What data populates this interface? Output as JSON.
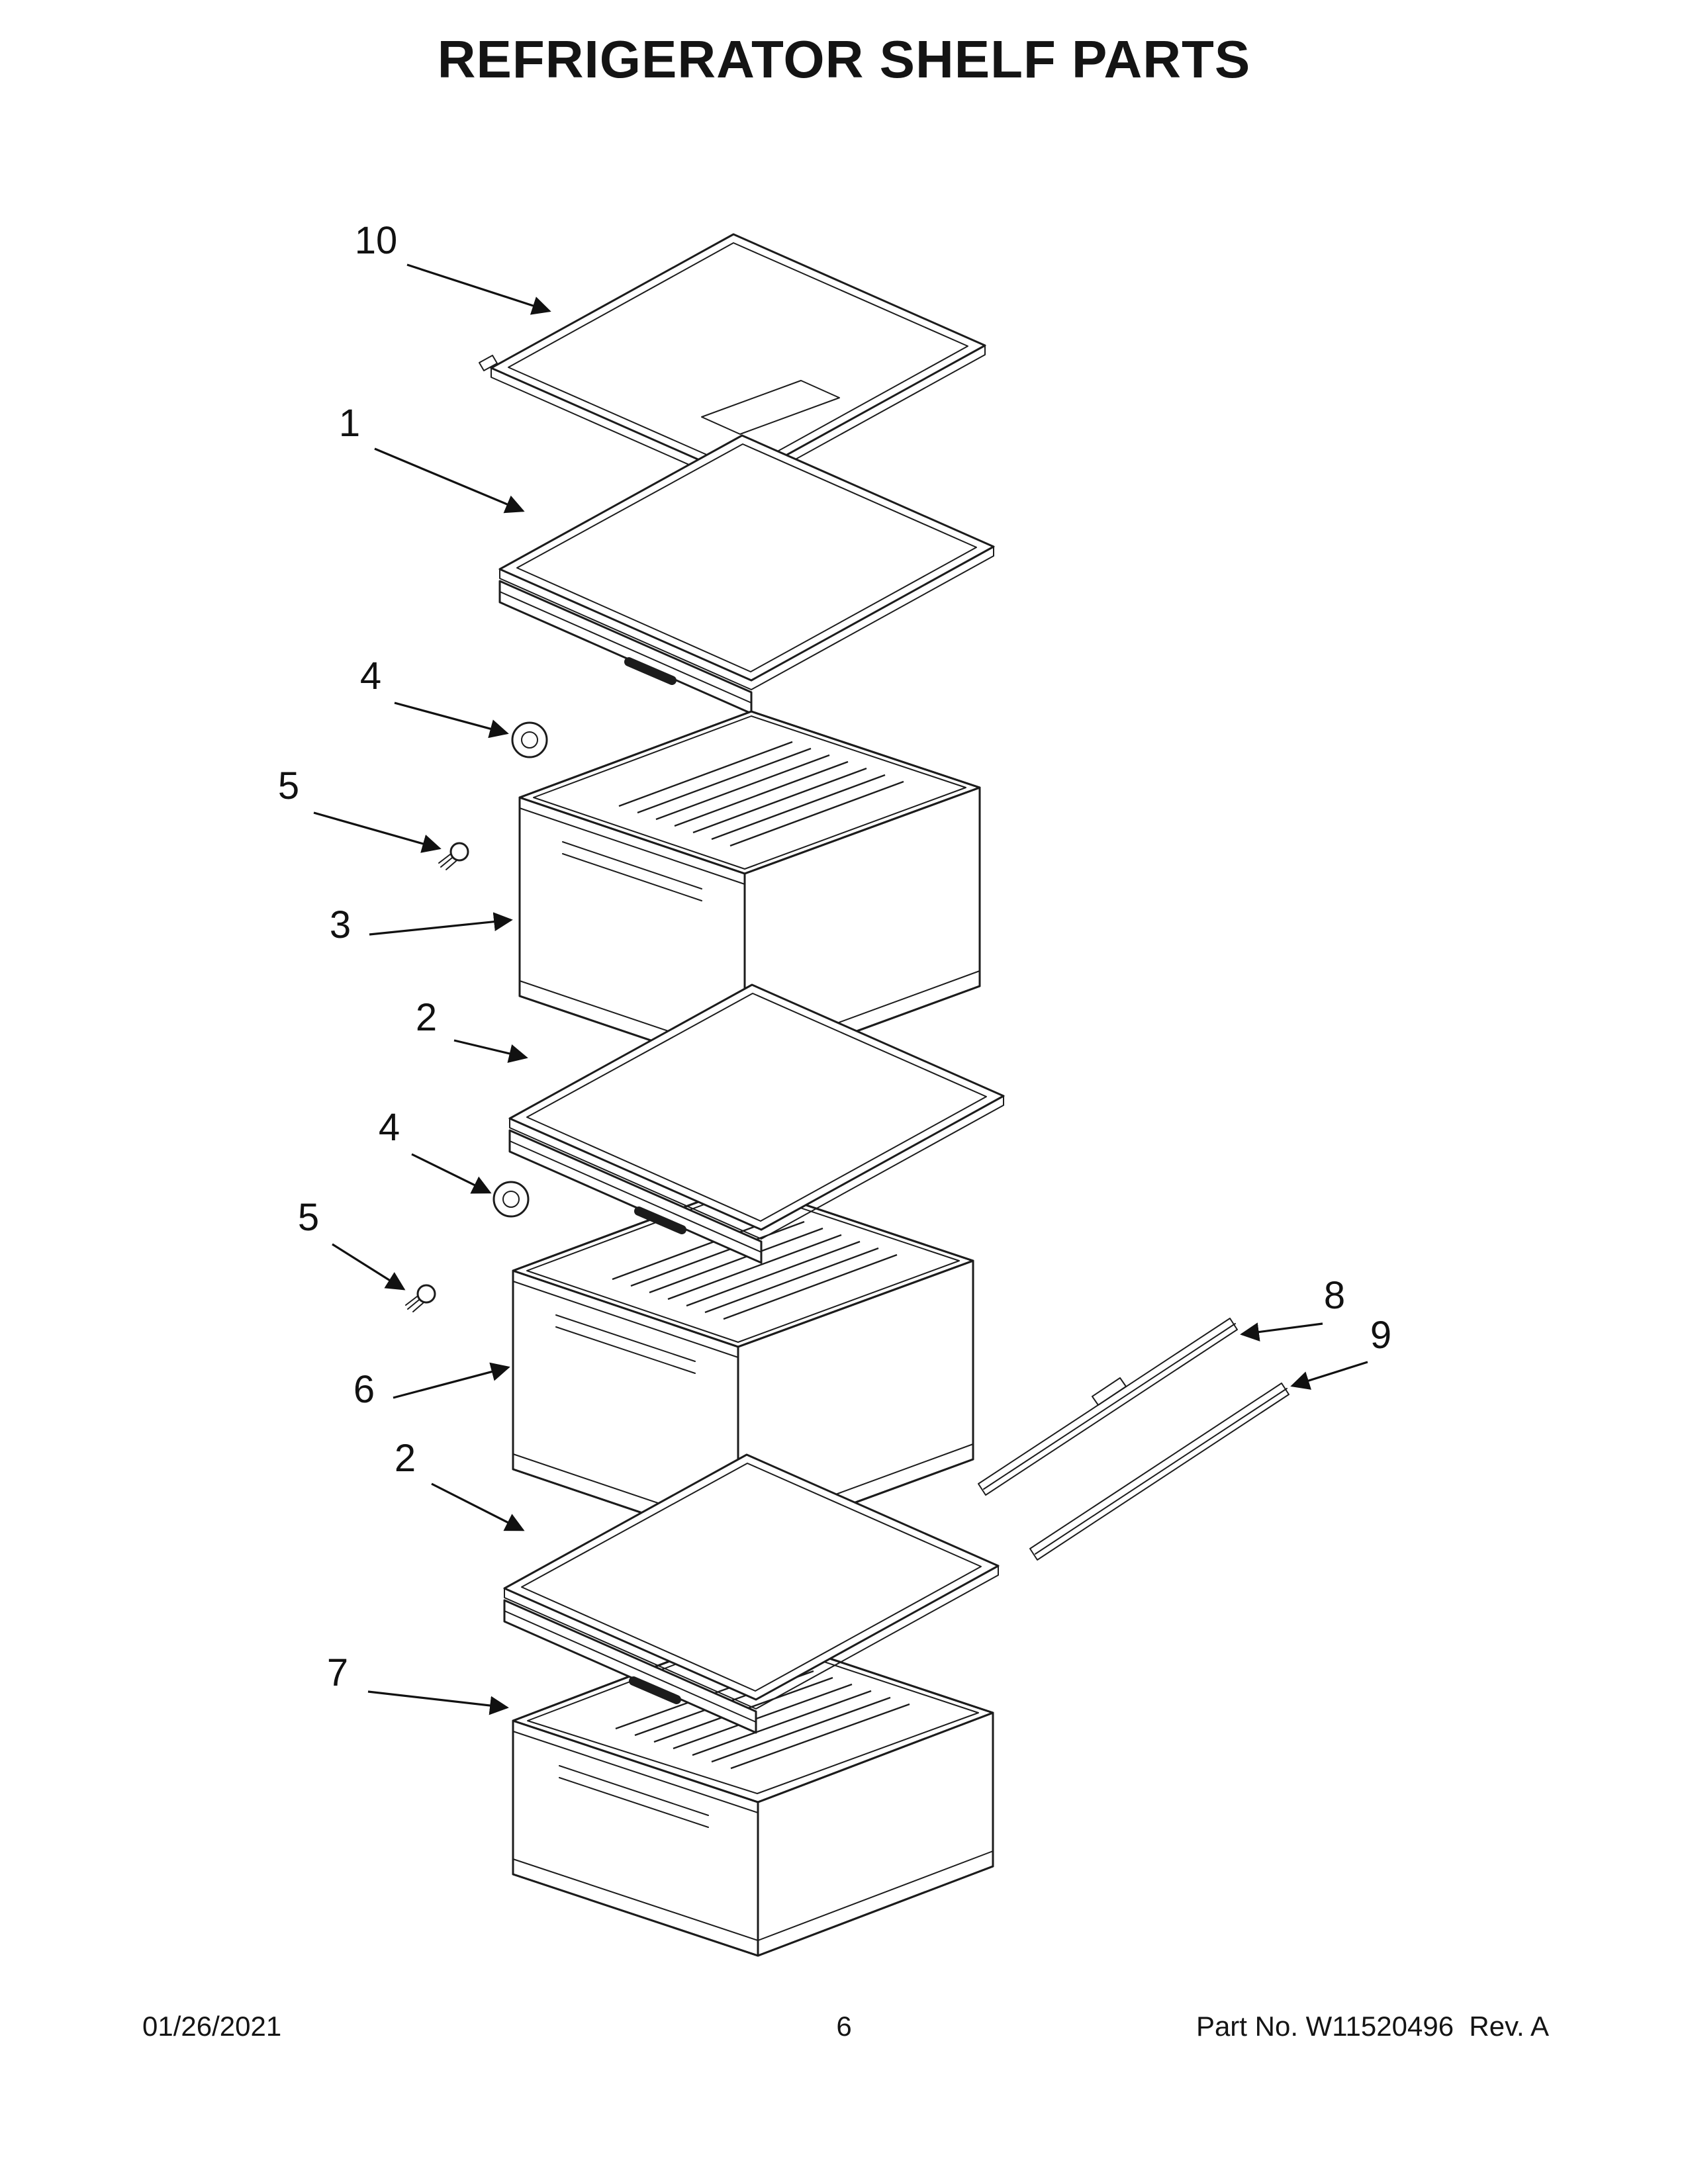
{
  "page": {
    "title": "REFRIGERATOR SHELF PARTS",
    "footer": {
      "date": "01/26/2021",
      "page_number": "6",
      "part_line": "Part No. W11520496  Rev. A"
    },
    "colors": {
      "ink": "#1c1c1c",
      "paper": "#ffffff"
    }
  },
  "diagram": {
    "callouts": [
      {
        "label": "10"
      },
      {
        "label": "1"
      },
      {
        "label": "4"
      },
      {
        "label": "5"
      },
      {
        "label": "3"
      },
      {
        "label": "2"
      },
      {
        "label": "4"
      },
      {
        "label": "5"
      },
      {
        "label": "6"
      },
      {
        "label": "8"
      },
      {
        "label": "9"
      },
      {
        "label": "2"
      },
      {
        "label": "7"
      }
    ]
  }
}
